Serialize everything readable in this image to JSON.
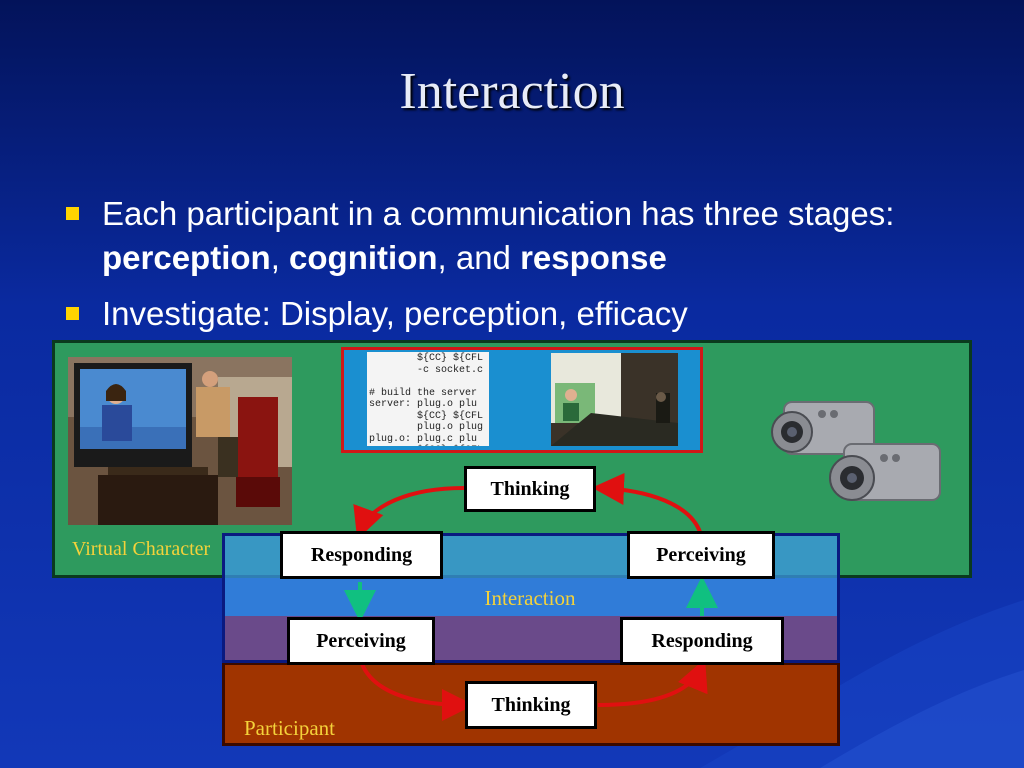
{
  "slide": {
    "title": "Interaction",
    "bullets": [
      {
        "pre": "Each participant in a communication has three stages: ",
        "b1": "perception",
        "sep1": ", ",
        "b2": "cognition",
        "sep2": ", and ",
        "b3": "response"
      },
      {
        "text": "Investigate: Display, perception, efficacy"
      }
    ]
  },
  "diagram": {
    "virtual_character_label": "Virtual Character",
    "interaction_label": "Interaction",
    "participant_label": "Participant",
    "boxes": {
      "thinking_top": "Thinking",
      "responding_top": "Responding",
      "perceiving_top": "Perceiving",
      "perceiving_bottom": "Perceiving",
      "responding_bottom": "Responding",
      "thinking_bottom": "Thinking"
    },
    "code_snippet": "        ${CC} ${CFL\n        -c socket.c\n\n# build the server\nserver: plug.o plu\n        ${CC} ${CFL\n        plug.o plug\nplug.o: plug.c plu\n        ${CC} ${CFL",
    "colors": {
      "arrow_red": "#e01010",
      "arrow_teal": "#10c080",
      "label_gold": "#f4d23a"
    }
  }
}
